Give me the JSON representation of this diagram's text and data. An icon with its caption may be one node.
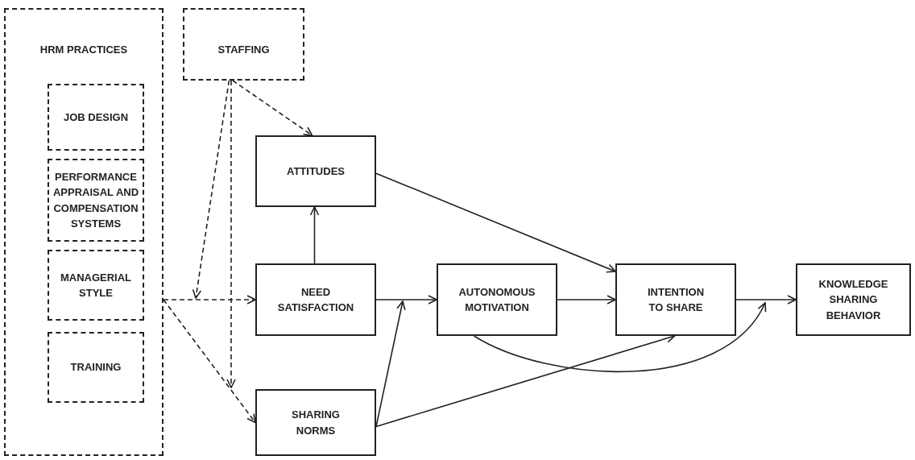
{
  "diagram": {
    "nodes": [
      {
        "text": [
          "HRM PRACTICES"
        ]
      },
      {
        "text": [
          "JOB DESIGN"
        ],
        "in": 0
      },
      {
        "text": [
          "PERFORMANCE APPRAISAL AND COMPENSATION SYSTEMS"
        ],
        "in": 0
      },
      {
        "text": [
          "MANAGERIAL STYLE"
        ],
        "in": 0
      },
      {
        "text": [
          "TRAINING"
        ],
        "in": 0
      },
      {
        "text": [
          "STAFFING"
        ]
      },
      {
        "text": [
          "ATTITUDES"
        ]
      },
      {
        "text": [
          "NEED SATISFACTION"
        ]
      },
      {
        "text": [
          "SHARING NORMS"
        ]
      },
      {
        "text": [
          "AUTONOMOUS MOTIVATION"
        ]
      },
      {
        "text": [
          "INTENTION TO SHARE"
        ]
      },
      {
        "text": [
          "KNOWLEDGE SHARING BEHAVIOR"
        ]
      }
    ],
    "edges": [
      {
        "from": 0,
        "to": 7,
        "arrow": "to",
        "style": "dashed"
      },
      {
        "from": 0,
        "to": 8,
        "arrow": "to",
        "style": "dashed"
      },
      {
        "from": 5,
        "to": 6,
        "arrow": "to",
        "style": "dashed"
      },
      {
        "from": 5,
        "to": null,
        "arrow": "to",
        "style": "dashed"
      },
      {
        "from": 5,
        "to": null,
        "arrow": "to",
        "style": "dashed"
      },
      {
        "from": 7,
        "to": 6,
        "arrow": "to"
      },
      {
        "from": 7,
        "to": 9,
        "arrow": "to"
      },
      {
        "from": 8,
        "to": null,
        "arrow": "to"
      },
      {
        "from": 8,
        "to": 10,
        "arrow": "to"
      },
      {
        "from": 6,
        "to": 10,
        "arrow": "to"
      },
      {
        "from": 9,
        "to": 10,
        "arrow": "to"
      },
      {
        "from": 10,
        "to": 11,
        "arrow": "to"
      },
      {
        "from": 9,
        "to": null,
        "arrow": "to"
      }
    ]
  }
}
